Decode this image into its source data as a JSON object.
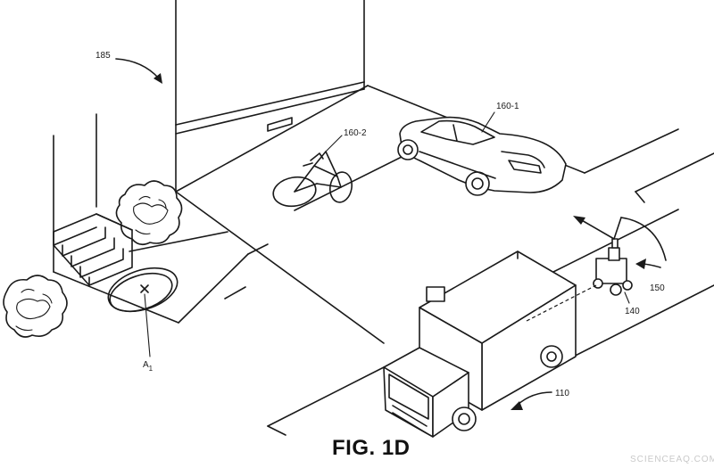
{
  "labels": {
    "scene_ref": "185",
    "car": "160-1",
    "bicycle": "160-2",
    "robot": "140",
    "sensor_field": "150",
    "truck": "110",
    "target_main": "A",
    "target_sub": "1"
  },
  "caption": "FIG. 1D",
  "watermark": "SCIENCEAQ.COM"
}
